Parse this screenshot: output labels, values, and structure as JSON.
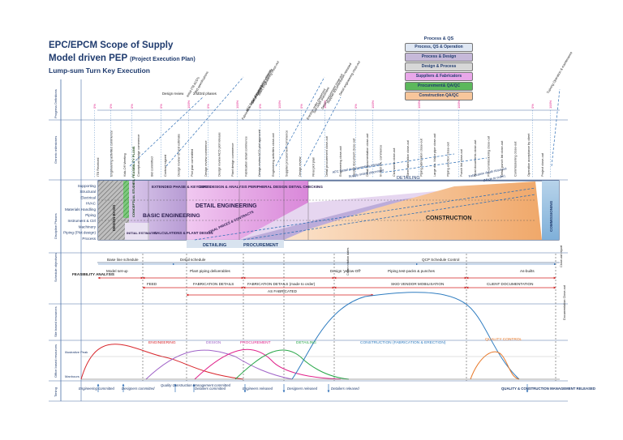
{
  "title": {
    "line1": "EPC/EPCM Scope of Supply",
    "line2_main": "Model driven PEP",
    "line2_sub": "(Project Execution Plan)",
    "line3": "Lump-sum Turn Key Execution"
  },
  "legend": {
    "heading": "Process & QS",
    "items": [
      {
        "label": "Process, QS & Operation",
        "color": "#dfe7f3"
      },
      {
        "label": "Process & Design",
        "color": "#c6b9d9"
      },
      {
        "label": "Design & Process",
        "color": "#d7d7d7"
      },
      {
        "label": "Suppliers & Fabricators",
        "color": "#e9a7e9"
      },
      {
        "label": "Procurement& QA/QC",
        "color": "#5cb85c"
      },
      {
        "label": "Construction QA/QC",
        "color": "#f7c69b"
      }
    ]
  },
  "row_labels": {
    "progress": "Progress Definitions",
    "generic": "Generic milestones",
    "discipline": "Discipline Phases",
    "schedule": "Schedule objectives",
    "site": "Site based resources",
    "office": "Office based resources",
    "timing": "Timing"
  },
  "disciplines": [
    "Supporting",
    "Structural",
    "Electrical",
    "HVAC",
    "Materials Handling",
    "Piping",
    "Instrument & Ctrl",
    "Machinery",
    "Piping (Plot design)",
    "Process"
  ],
  "progress": {
    "design_review": "Design review",
    "phases": "2nd/3rd phases",
    "pcts": [
      "0%",
      "0%",
      "0%",
      "0%",
      "100%",
      "0%",
      "100%",
      "0%",
      "100%",
      "0%",
      "100%",
      "0%",
      "100%",
      "100%",
      "100%",
      "0%",
      "100%"
    ]
  },
  "milestones": [
    "ITB Received",
    "Engineering activities commence",
    "Kick-Off Meeting",
    "Conceptual design commence",
    "Bid committed",
    "Contract signed",
    "Design review ID and estimate",
    "Plot plan committed",
    "Design review commence",
    "Design review ACD plot release",
    "Plant design commence",
    "Fabrication detail commence",
    "Design review ACD plot approved",
    "Engineering activities close-out",
    "Supplier procurement commence",
    "Design review",
    "Final plot plan",
    "Detail procurement close-out",
    "Engineering close-out",
    "Design document close-out",
    "Detail documentation close-out",
    "In-field Civ. commence",
    "Civil works close-out",
    "Steel fabrication close-out",
    "Piping fabrication close-out",
    "Large dia. Major pipe close-out",
    "Piping erection close-out",
    "Punch list close-out",
    "Final documents close-out",
    "Pre-commissioning close-out",
    "Detail punch list close-out",
    "Commissioning close-out",
    "Operation acceptance by client",
    "Project close-out"
  ],
  "slanted_notes": [
    "Initial ITB ACD's",
    "Bid specifications",
    "Fabrication order placement",
    "AFC Detail documentation release",
    "Detail Engineering close-out",
    "Basic Engineering close-out",
    "Erection order placement",
    "Sub-order placement",
    "Detail procurement close-out",
    "Supplier documentation released",
    "Detail engineering close-out",
    "Training Operation & maintenance"
  ],
  "in_diagram_notes": {
    "afc": "AFC Detail documentation release",
    "supply": "Supply orders placement",
    "fab_detail": "Fabrication detail close-out",
    "fab_detail2": "(Made to order)"
  },
  "phases": {
    "design_basis": "DESIGN BASIS",
    "conceptual": "CONCEPTUAL STUDIES, FEASIBILITY PLANS",
    "extended": "EXTENDED PHASE & KEY DOC'S",
    "basic": "BASIC ENGINEERING",
    "initial_estimates": "INITIAL ESTIMATES",
    "calc_plant": "CALCULATIONS & PLANT DESIGN",
    "core_design": "CORE DESIGN & ANALYSIS",
    "detail_eng": "DETAIL ENGINEERING",
    "peripheral": "PERIPHERAL DESIGN",
    "detail_checking": "DETAIL CHECKING",
    "final_prices": "FINAL PRICES & CONTRACTS",
    "detailing_band": "DETAILING",
    "detailing_bottom": "DETAILING",
    "procurement": "PROCUREMENT",
    "construction": "CONSTRUCTION",
    "commissioning": "COMMISSIONING"
  },
  "schedule": {
    "baseline": "Base line schedule",
    "detail_sched": "Detail schedule",
    "qcp": "QCP Schedule Control",
    "feasibility": "FEASIBILITY ANALYSIS",
    "model_setup": "Model set-up",
    "plant_piping": "Plant piping deliverables",
    "design_yellow": "Design 'yellow-Off'",
    "crane": "Crane rotation dates",
    "piping_test": "Piping test-packs & punches",
    "as_builts": "As-builts",
    "close_out": "Close-out report",
    "feed": "FEED",
    "fab_details": "FABRICATION DETAILS",
    "fab_details_mto": "FABRICATION DETAILS (made to order)",
    "as_fabricated": "AS FABRICATED",
    "skid_vendor": "SKID VENDOR MOBILISATION",
    "client_doc": "CLIENT DOCUMENTATION",
    "doc_closeout": "Documentation Close-out"
  },
  "resources": {
    "illustrative_peak": "Illustrative Peak",
    "manhours": "Manhours",
    "engineering": "ENGINEERING",
    "design": "DESIGN",
    "procurement": "PROCUREMENT",
    "detailing": "DETAILING",
    "construction": "CONSTRUCTION (FABRICATION & ERECTION)",
    "quality": "QUALITY CONTROL",
    "colors": {
      "engineering": "#d9262c",
      "design": "#a064c8",
      "procurement": "#e0218a",
      "detailing": "#2aa84a",
      "construction": "#2e7cc0",
      "quality": "#e8792a"
    }
  },
  "timing": {
    "t1": "Engineering committed",
    "t2": "Designers committed",
    "t3": "Quality Construction Management committed",
    "t4": "Detailers committed",
    "t5": "Engineers released",
    "t6": "Designers released",
    "t7": "Detailers released",
    "t8": "QUALITY & CONSTRUCTION MANAGEMENT RELEASED"
  }
}
